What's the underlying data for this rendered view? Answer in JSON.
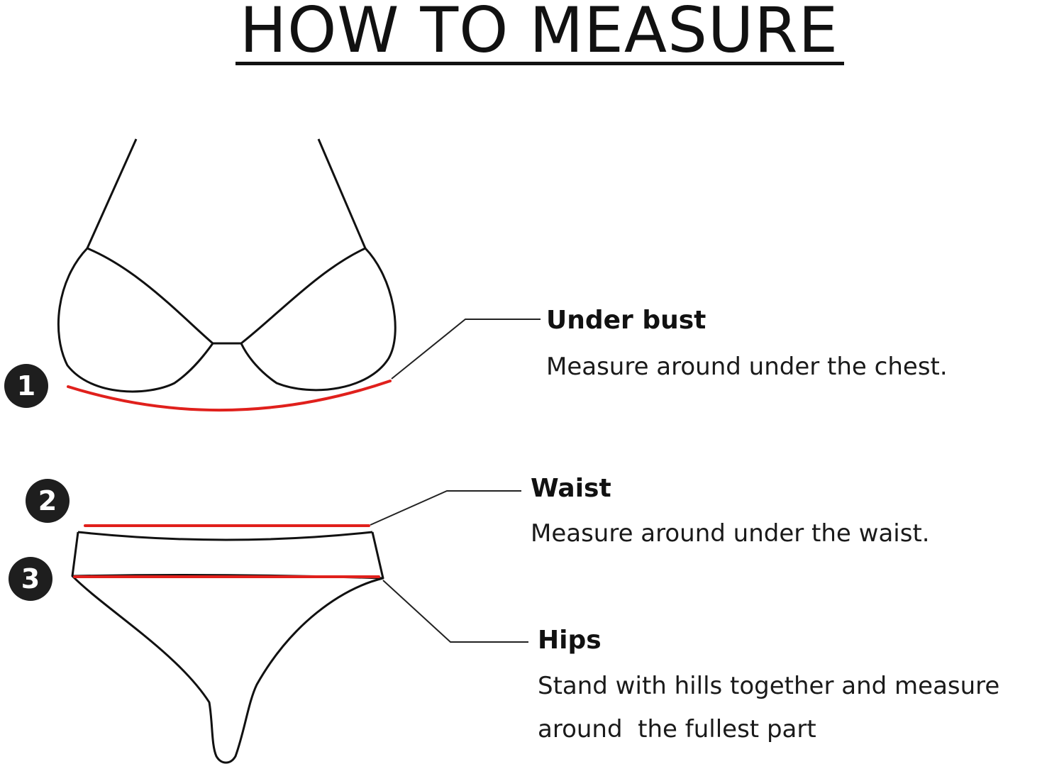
{
  "title": "HOW TO MEASURE",
  "colors": {
    "measure_line": "#e0201c",
    "outline": "#111111",
    "badge": "#1e1e1e"
  },
  "items": [
    {
      "number": "1",
      "label": "Under bust",
      "description": [
        "Measure around under the chest."
      ]
    },
    {
      "number": "2",
      "label": "Waist",
      "description": [
        "Measure around under the waist."
      ]
    },
    {
      "number": "3",
      "label": "Hips",
      "description": [
        "Stand with hills together and measure",
        "around  the fullest part"
      ]
    }
  ]
}
